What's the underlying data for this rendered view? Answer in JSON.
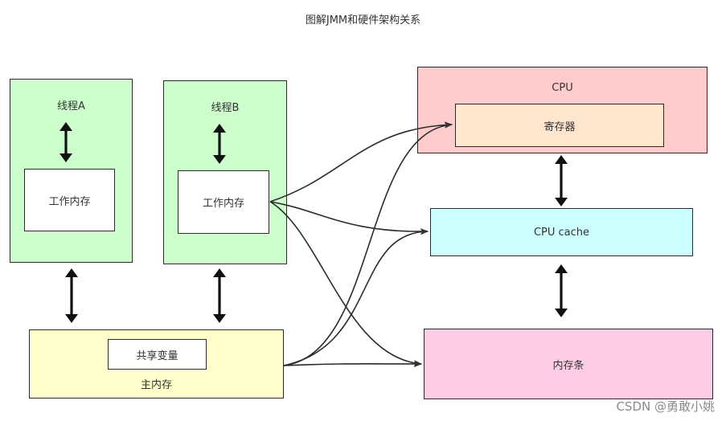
{
  "diagram": {
    "title": "图解JMM和硬件架构关系",
    "nodes": {
      "thread_a": {
        "label": "线程A",
        "fill": "#ccffcc"
      },
      "thread_b": {
        "label": "线程B",
        "fill": "#ccffcc"
      },
      "work_mem_a": {
        "label": "工作内存",
        "fill": "#ffffff"
      },
      "work_mem_b": {
        "label": "工作内存",
        "fill": "#ffffff"
      },
      "main_memory": {
        "label": "主内存",
        "fill": "#ffffcc"
      },
      "shared_var": {
        "label": "共享变量",
        "fill": "#ffffff"
      },
      "cpu": {
        "label": "CPU",
        "fill": "#ffcccc"
      },
      "register": {
        "label": "寄存器",
        "fill": "#ffe6cc"
      },
      "cpu_cache": {
        "label": "CPU cache",
        "fill": "#ccffff"
      },
      "ram": {
        "label": "内存条",
        "fill": "#ffcce6"
      }
    },
    "edges": [
      {
        "from": "thread_a",
        "to": "work_mem_a",
        "type": "bidirectional"
      },
      {
        "from": "thread_b",
        "to": "work_mem_b",
        "type": "bidirectional"
      },
      {
        "from": "thread_a",
        "to": "main_memory",
        "type": "bidirectional"
      },
      {
        "from": "thread_b",
        "to": "main_memory",
        "type": "bidirectional"
      },
      {
        "from": "register",
        "to": "cpu_cache",
        "type": "bidirectional"
      },
      {
        "from": "cpu_cache",
        "to": "ram",
        "type": "bidirectional"
      },
      {
        "from": "work_mem_b",
        "to": "register",
        "type": "curve"
      },
      {
        "from": "work_mem_b",
        "to": "cpu_cache",
        "type": "curve"
      },
      {
        "from": "work_mem_b",
        "to": "ram",
        "type": "curve"
      },
      {
        "from": "main_memory",
        "to": "register",
        "type": "curve"
      },
      {
        "from": "main_memory",
        "to": "cpu_cache",
        "type": "curve"
      },
      {
        "from": "main_memory",
        "to": "ram",
        "type": "curve"
      }
    ],
    "stroke_color": "#2b2b2b",
    "arrow_color": "#111111"
  },
  "watermark": "CSDN @勇敢小姚"
}
